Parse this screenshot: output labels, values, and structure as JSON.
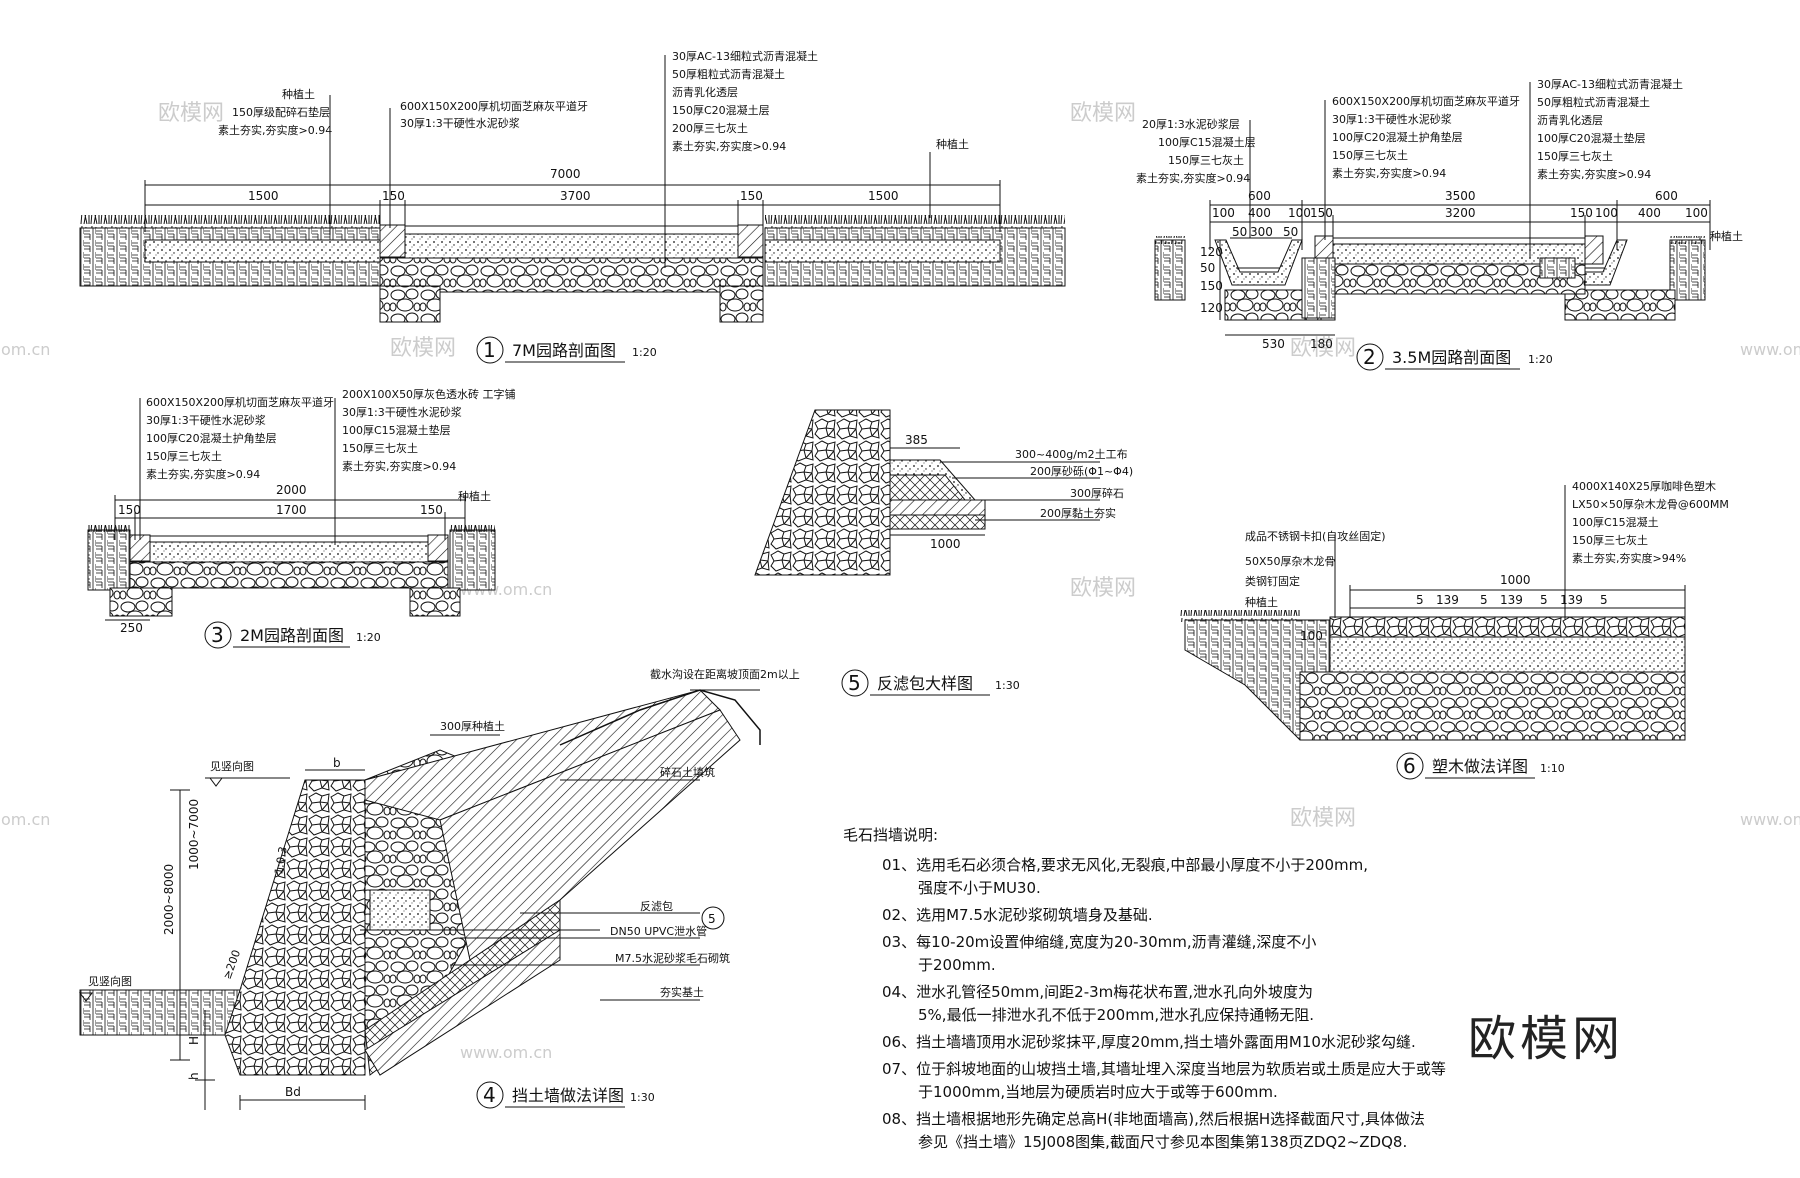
{
  "detail1": {
    "title": "7M园路剖面图",
    "scale": "1:20",
    "number": "1",
    "labels_left": [
      "种植土",
      "150厚级配碎石垫层",
      "素土夯实,夯实度>0.94"
    ],
    "labels_mid": [
      "600X150X200厚机切面芝麻灰平道牙",
      "30厚1:3干硬性水泥砂浆"
    ],
    "labels_right": [
      "30厚AC-13细粒式沥青混凝土",
      "50厚粗粒式沥青混凝土",
      "沥青乳化透层",
      "150厚C20混凝土层",
      "200厚三七灰土",
      "素土夯实,夯实度>0.94"
    ],
    "label_far": "种植土",
    "dim_total": "7000",
    "dims": [
      "1500",
      "150",
      "3700",
      "150",
      "1500"
    ]
  },
  "detail2": {
    "title": "3.5M园路剖面图",
    "scale": "1:20",
    "number": "2",
    "labels_left": [
      "20厚1:3水泥砂浆层",
      "100厚C15混凝土层",
      "150厚三七灰土",
      "素土夯实,夯实度>0.94"
    ],
    "labels_mid": [
      "600X150X200厚机切面芝麻灰平道牙",
      "30厚1:3干硬性水泥砂浆",
      "100厚C20混凝土护角垫层",
      "150厚三七灰土",
      "素土夯实,夯实度>0.94"
    ],
    "labels_right": [
      "30厚AC-13细粒式沥青混凝土",
      "50厚粗粒式沥青混凝土",
      "沥青乳化透层",
      "100厚C20混凝土垫层",
      "150厚三七灰土",
      "素土夯实,夯实度>0.94"
    ],
    "label_far": "种植土",
    "dims_top": [
      "600",
      "3500",
      "600"
    ],
    "dims_mid": [
      "100",
      "400",
      "100",
      "150",
      "3200",
      "150",
      "100",
      "400",
      "100"
    ],
    "dims_inner": [
      "50",
      "300",
      "50"
    ],
    "dims_bottom": [
      "530",
      "180"
    ],
    "dims_side": [
      "120",
      "50",
      "150",
      "120"
    ]
  },
  "detail3": {
    "title": "2M园路剖面图",
    "scale": "1:20",
    "number": "3",
    "labels_left": [
      "600X150X200厚机切面芝麻灰平道牙",
      "30厚1:3干硬性水泥砂浆",
      "100厚C20混凝土护角垫层",
      "150厚三七灰土",
      "素土夯实,夯实度>0.94"
    ],
    "labels_right": [
      "200X100X50厚灰色透水砖  工字铺",
      "30厚1:3干硬性水泥砂浆",
      "100厚C15混凝土垫层",
      "150厚三七灰土",
      "素土夯实,夯实度>0.94"
    ],
    "label_far": "种植土",
    "dim_total": "2000",
    "dims": [
      "150",
      "1700",
      "150"
    ],
    "dim_bottom": "250"
  },
  "detail5": {
    "title": "反滤包大样图",
    "scale": "1:30",
    "number": "5",
    "labels": [
      "300~400g/m2土工布",
      "200厚砂砾(Φ1~Φ4)",
      "300厚碎石",
      "200厚黏土夯实"
    ],
    "dims": [
      "385",
      "1000"
    ]
  },
  "detail6": {
    "title": "塑木做法详图",
    "scale": "1:10",
    "number": "6",
    "labels_left": [
      "成品不锈钢卡扣(自攻丝固定)",
      "50X50厚杂木龙骨",
      "类钢钉固定",
      "种植土"
    ],
    "labels_right": [
      "4000X140X25厚咖啡色塑木",
      "LX50×50厚杂木龙骨@600MM",
      "100厚C15混凝土",
      "150厚三七灰土",
      "素土夯实,夯实度>94%"
    ],
    "dim_total": "1000",
    "dims": [
      "5",
      "139",
      "5",
      "139",
      "5",
      "139",
      "5"
    ],
    "dim_side": "100"
  },
  "detail4": {
    "title": "挡土墙做法详图",
    "scale": "1:30",
    "number": "4",
    "labels": [
      "截水沟设在距离坡顶面2m以上",
      "300厚种植土",
      "碎石土填筑",
      "反滤包",
      "DN50 UPVC泄水管",
      "M7.5水泥砂浆毛石砌筑",
      "夯实基土"
    ],
    "ref_top": "见竖向图",
    "ref_left": "见竖向图",
    "dims_v": [
      "2000~8000",
      "1000~7000",
      "H",
      "h"
    ],
    "dim_b": "b",
    "dim_bd": "Bd",
    "slope": "1:0.3",
    "slope2": "≥200",
    "marker": "5"
  },
  "notes": {
    "heading": "毛石挡墙说明:",
    "items": [
      "01、选用毛石必须合格,要求无风化,无裂痕,中部最小厚度不小于200mm,",
      "强度不小于MU30.",
      "02、选用M7.5水泥砂浆砌筑墙身及基础.",
      "03、每10-20m设置伸缩缝,宽度为20-30mm,沥青灌缝,深度不小",
      "于200mm.",
      "04、泄水孔管径50mm,间距2-3m梅花状布置,泄水孔向外坡度为",
      "5%,最低一排泄水孔不低于200mm,泄水孔应保持通畅无阻.",
      "06、挡土墙墙顶用水泥砂浆抹平,厚度20mm,挡土墙外露面用M10水泥砂浆勾缝.",
      "07、位于斜坡地面的山坡挡土墙,其墙址埋入深度当地层为软质岩或土质是应大于或等",
      "于1000mm,当地层为硬质岩时应大于或等于600mm.",
      "08、挡土墙根据地形先确定总高H(非地面墙高),然后根据H选择截面尺寸,具体做法",
      "参见《挡土墙》15J008图集,截面尺寸参见本图集第138页ZDQ2~ZDQ8."
    ]
  },
  "watermark": {
    "text": "欧模网",
    "small": "欧模网",
    "url": "www.om.cn",
    "edge": "om.cn"
  }
}
